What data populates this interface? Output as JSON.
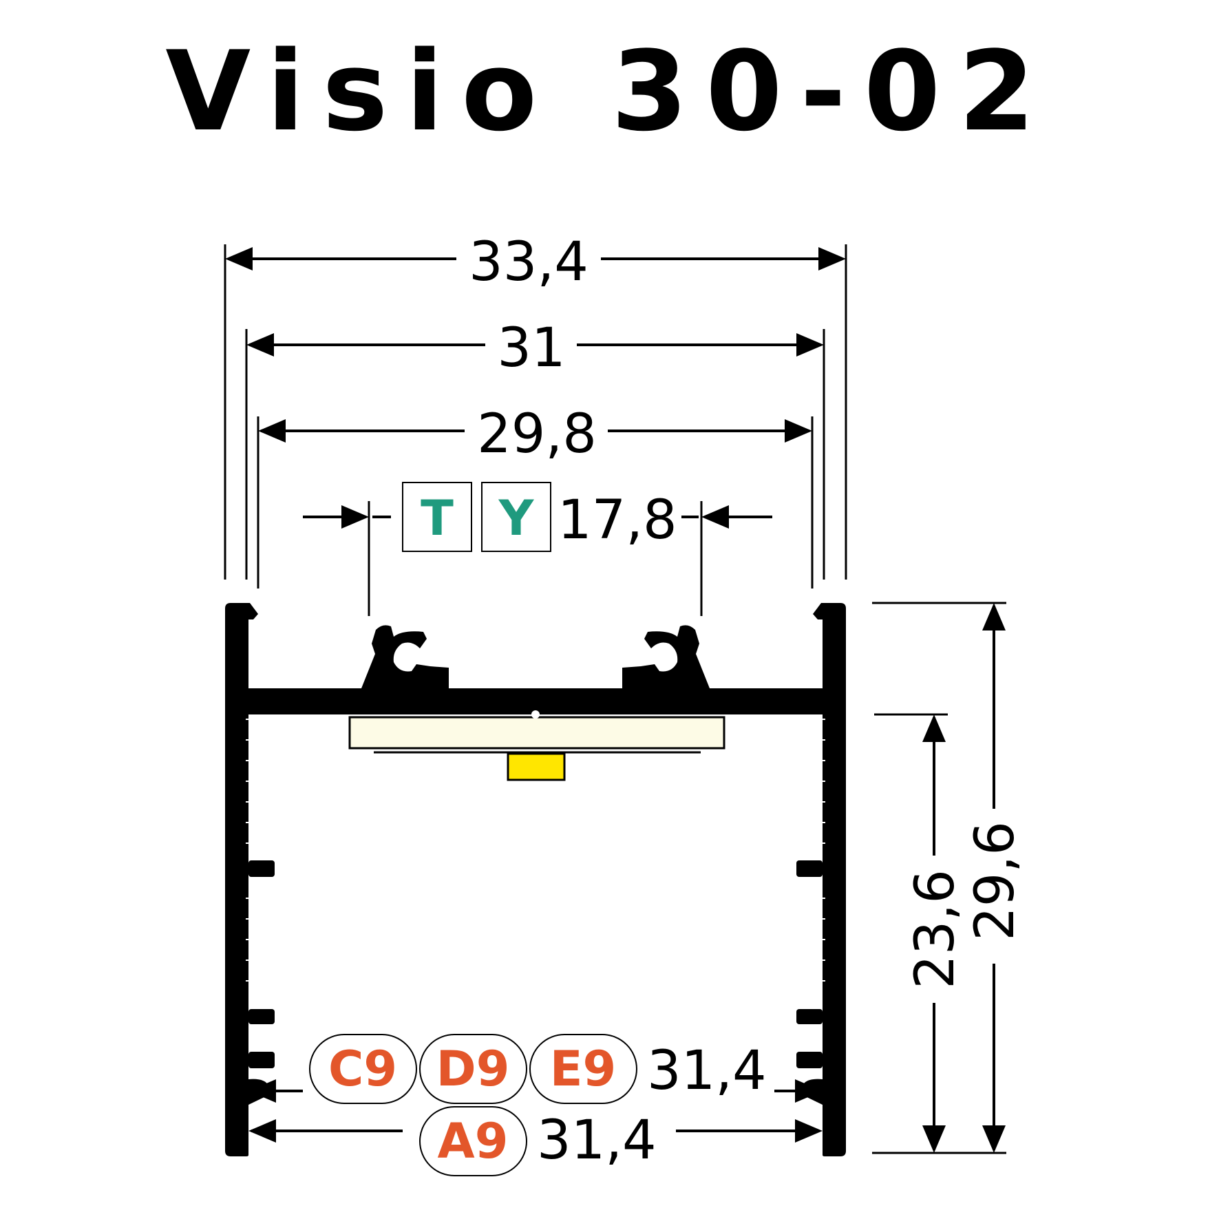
{
  "title": "Visio 30-02",
  "colors": {
    "profile": "#000000",
    "diffuser": "#fdfbe6",
    "led_chip": "#ffe600",
    "code_green": "#1f9a7e",
    "code_orange": "#e3562a"
  },
  "dimensions": {
    "outer_width": "33,4",
    "width_31": "31",
    "inner_width": "29,8",
    "clip_width": "17,8",
    "inner_height": "23,6",
    "total_height": "29,6",
    "bottom_width_1": "31,4",
    "bottom_width_2": "31,4"
  },
  "diffuser_codes_top": [
    "T",
    "Y"
  ],
  "diffuser_codes_bottom_1": [
    "C9",
    "D9",
    "E9"
  ],
  "diffuser_codes_bottom_2": [
    "A9"
  ]
}
